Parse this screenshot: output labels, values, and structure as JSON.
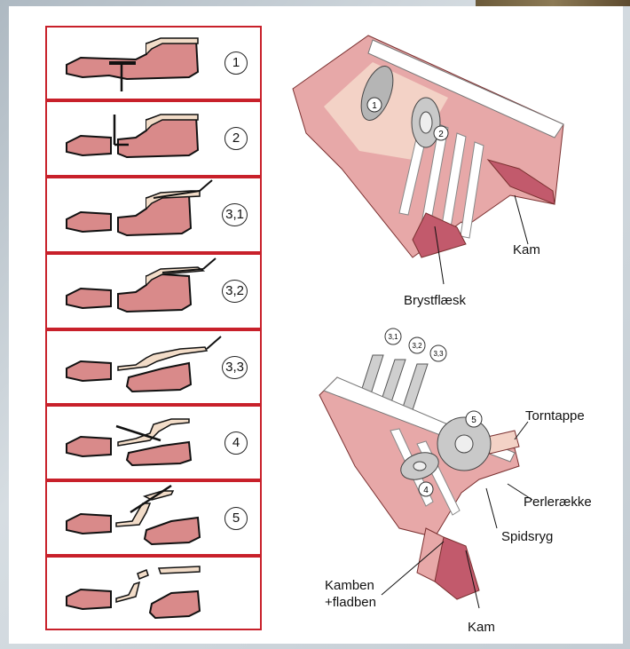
{
  "steps": [
    {
      "badge": "1"
    },
    {
      "badge": "2"
    },
    {
      "badge": "3,1"
    },
    {
      "badge": "3,2"
    },
    {
      "badge": "3,3"
    },
    {
      "badge": "4"
    },
    {
      "badge": "5"
    },
    {
      "badge": ""
    }
  ],
  "top_diagram": {
    "blade_1": "1",
    "blade_2": "2",
    "label_kam": "Kam",
    "label_brystflaesk": "Brystflæsk"
  },
  "bottom_diagram": {
    "blade_31": "3,1",
    "blade_32": "3,2",
    "blade_33": "3,3",
    "blade_4": "4",
    "blade_5": "5",
    "label_torntappe": "Torntappe",
    "label_perleraekke": "Perlerække",
    "label_spidsryg": "Spidsryg",
    "label_kamben_line1": "Kamben",
    "label_kamben_line2": "+fladben",
    "label_kam": "Kam"
  },
  "colors": {
    "meat": "#d98a8a",
    "fat": "#f2dcc8",
    "frame": "#c8202a",
    "bone": "#ffffff",
    "blade": "#c9c9c9"
  }
}
